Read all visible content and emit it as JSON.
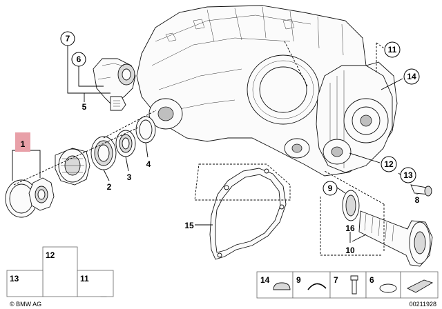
{
  "highlight_color": "#e8a0a8",
  "callouts": {
    "c1": "1",
    "c2": "2",
    "c3": "3",
    "c4": "4",
    "c5": "5",
    "c6": "6",
    "c7": "7",
    "c8": "8",
    "c9": "9",
    "c10": "10",
    "c11": "11",
    "c12": "12",
    "c13": "13",
    "c14": "14",
    "c15": "15",
    "c16": "16"
  },
  "legend": {
    "l13": "13",
    "l12": "12",
    "l11": "11",
    "l14": "14",
    "l9": "9",
    "l7": "7",
    "l6": "6"
  },
  "footer": {
    "copyright": "© BMW AG",
    "diagram_number": "00211928"
  }
}
